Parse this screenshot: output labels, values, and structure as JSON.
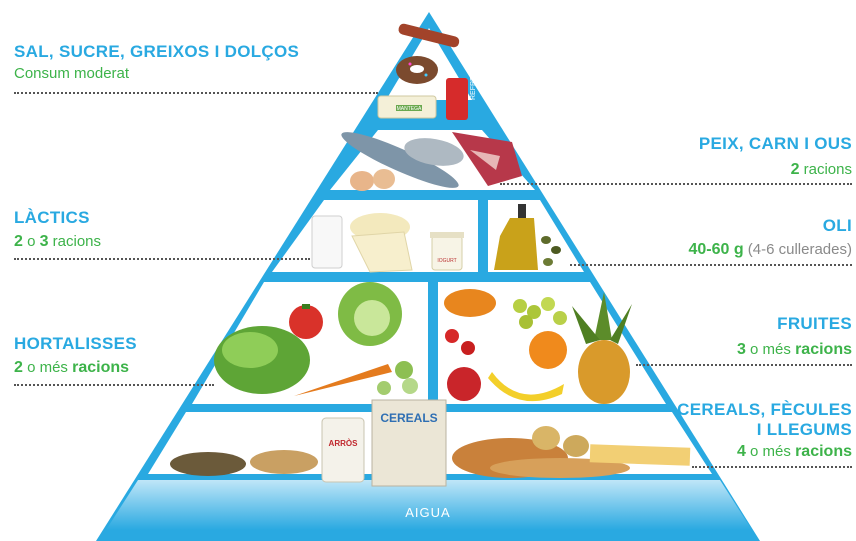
{
  "levels": {
    "top": {
      "title": "SAL, SUCRE, GREIXOS I DOLÇOS",
      "subtitle": "Consum moderat"
    },
    "fish": {
      "title": "PEIX, CARN I OUS",
      "amount": "2",
      "unit": "racions"
    },
    "dairy": {
      "title": "LÀCTICS",
      "amount_a": "2",
      "conj": "o",
      "amount_b": "3",
      "unit": "racions"
    },
    "oil": {
      "title": "OLI",
      "amount": "40-60 g",
      "note": "(4-6 cullerades)"
    },
    "veg": {
      "title": "HORTALISSES",
      "amount": "2",
      "conj": "o més",
      "unit": "racions"
    },
    "fruit": {
      "title": "FRUITES",
      "amount": "3",
      "conj": "o més",
      "unit": "racions"
    },
    "cereal": {
      "title_line1": "CEREALS, FÈCULES",
      "title_line2": "I LLEGUMS",
      "amount": "4",
      "conj": "o més",
      "unit": "racions"
    }
  },
  "base_label": "AIGUA",
  "product_labels": {
    "cereals_box": "CEREALS",
    "rice_bag": "ARRÒS",
    "soda_can": "REFRESC",
    "butter": "MANTEGA",
    "yogurt": "IOGURT"
  },
  "colors": {
    "pyramid_blue": "#29a9e1",
    "title_blue": "#29a9e1",
    "amount_green": "#3db34a"
  }
}
